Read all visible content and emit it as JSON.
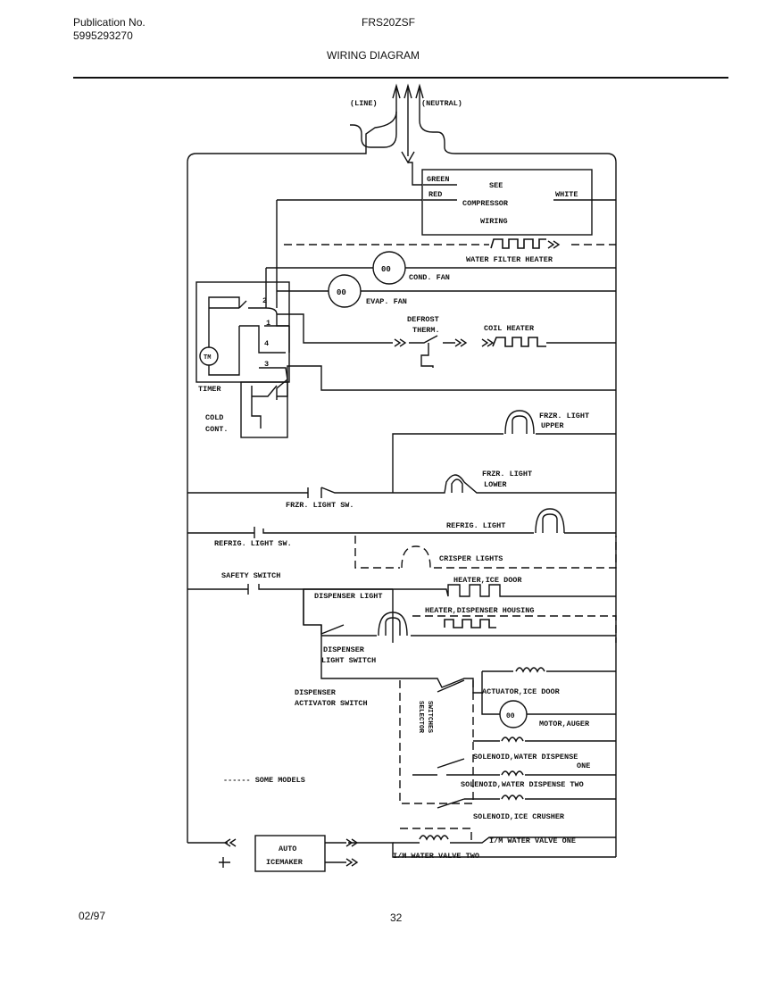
{
  "header": {
    "pub_label": "Publication No.",
    "pub_number": "5995293270",
    "model": "FRS20ZSF",
    "title": "WIRING DIAGRAM"
  },
  "footer": {
    "date": "02/97",
    "page": "32"
  },
  "labels": {
    "line": "(LINE)",
    "neutral": "(NEUTRAL)",
    "green": "GREEN",
    "red": "RED",
    "see": "SEE",
    "compressor": "COMPRESSOR",
    "wiring": "WIRING",
    "white": "WHITE",
    "water_filter_heater": "WATER FILTER HEATER",
    "cond_fan": "COND. FAN",
    "evap_fan": "EVAP. FAN",
    "defrost": "DEFROST",
    "therm": "THERM.",
    "coil_heater": "COIL HEATER",
    "tm": "TM",
    "timer": "TIMER",
    "cold": "COLD",
    "cont": "CONT.",
    "t1": "1",
    "t2": "2",
    "t3": "3",
    "t4": "4",
    "frzr_light": "FRZR. LIGHT",
    "upper": "UPPER",
    "lower": "LOWER",
    "frzr_light_sw": "FRZR. LIGHT SW.",
    "refrig_light": "REFRIG. LIGHT",
    "refrig_light_sw": "REFRIG. LIGHT SW.",
    "crisper_lights": "CRISPER LIGHTS",
    "safety_switch": "SAFETY SWITCH",
    "heater_ice_door": "HEATER,ICE DOOR",
    "dispenser_light": "DISPENSER LIGHT",
    "heater_dispenser_housing": "HEATER,DISPENSER HOUSING",
    "dispenser": "DISPENSER",
    "light_switch": "LIGHT SWITCH",
    "actuator_ice_door": "ACTUATOR,ICE DOOR",
    "dispenser_activator_switch": "ACTIVATOR SWITCH",
    "selector": "SELECTOR",
    "switches": "SWITCHES",
    "motor_auger": "MOTOR,AUGER",
    "solenoid_water_dispense": "SOLENOID,WATER DISPENSE",
    "one": "ONE",
    "solenoid_water_dispense_two": "SOLENOID,WATER DISPENSE TWO",
    "solenoid_ice_crusher": "SOLENOID,ICE CRUSHER",
    "some_models": "------ SOME MODELS",
    "im_water_valve_one": "I/M WATER VALVE ONE",
    "im_water_valve_two": "I/M WATER VALVE TWO",
    "auto": "AUTO",
    "icemaker": "ICEMAKER"
  }
}
